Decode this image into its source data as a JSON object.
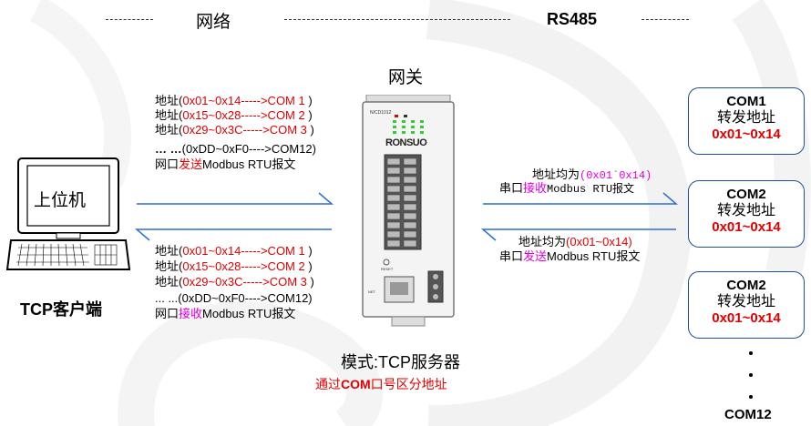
{
  "header": {
    "network_label": "网络",
    "rs485_label": "RS485"
  },
  "gateway": {
    "title": "网关",
    "device_model": "N/CD1012",
    "brand": "RONSUO",
    "reset_label": "RESET",
    "net_label": "NET"
  },
  "client": {
    "screen_label": "上位机",
    "title": "TCP客户端"
  },
  "send_block": {
    "lines": [
      {
        "pre": "地址(",
        "addr": "0x01~0x14----->COM 1",
        "post": " )"
      },
      {
        "pre": "地址(",
        "addr": "0x15~0x28----->COM 2",
        "post": " )"
      },
      {
        "pre": "地址(",
        "addr": "0x29~0x3C----->COM 3",
        "post": " )"
      }
    ],
    "ellipsis_bold": "… …",
    "ellipsis_rest": "(0xDD~0xF0---->COM12)",
    "action_pre": "网口",
    "action_verb": "发送",
    "action_post": "Modbus RTU报文"
  },
  "recv_block": {
    "lines": [
      {
        "pre": "地址(",
        "addr": "0x01~0x14----->COM 1",
        "post": " )"
      },
      {
        "pre": "地址(",
        "addr": "0x15~0x28----->COM 2",
        "post": " )"
      },
      {
        "pre": "地址(",
        "addr": "0x29~0x3C----->COM 3",
        "post": " )"
      }
    ],
    "ellipsis": "... ...(0xDD~0xF0---->COM12)",
    "action_pre": "网口",
    "action_verb": "接收",
    "action_post": "Modbus RTU报文"
  },
  "serial_recv": {
    "line1_pre": "地址均为",
    "line1_addr": "(0x01`0x14)",
    "line2_pre": "串口",
    "line2_verb": "接收",
    "line2_post": "Modbus RTU报文"
  },
  "serial_send": {
    "line1_pre": "地址均为",
    "line1_addr": "(0x01~0x14)",
    "line2_pre": "串口",
    "line2_verb": "发送",
    "line2_post": "Modbus RTU报文"
  },
  "com_boxes": [
    {
      "name": "COM1",
      "label": "转发地址",
      "range": "0x01~0x14"
    },
    {
      "name": "COM2",
      "label": "转发地址",
      "range": "0x01~0x14"
    },
    {
      "name": "COM2",
      "label": "转发地址",
      "range": "0x01~0x14"
    }
  ],
  "com_last": "COM12",
  "mode": {
    "title": "模式:TCP服务器",
    "subtitle_pre": "通过",
    "subtitle_bold": "COM",
    "subtitle_post": "口号区分地址"
  },
  "colors": {
    "arrow": "#2b6fd6",
    "address": "#e00000",
    "verb": "#e000e0",
    "box_border": "#1f4e9e"
  }
}
